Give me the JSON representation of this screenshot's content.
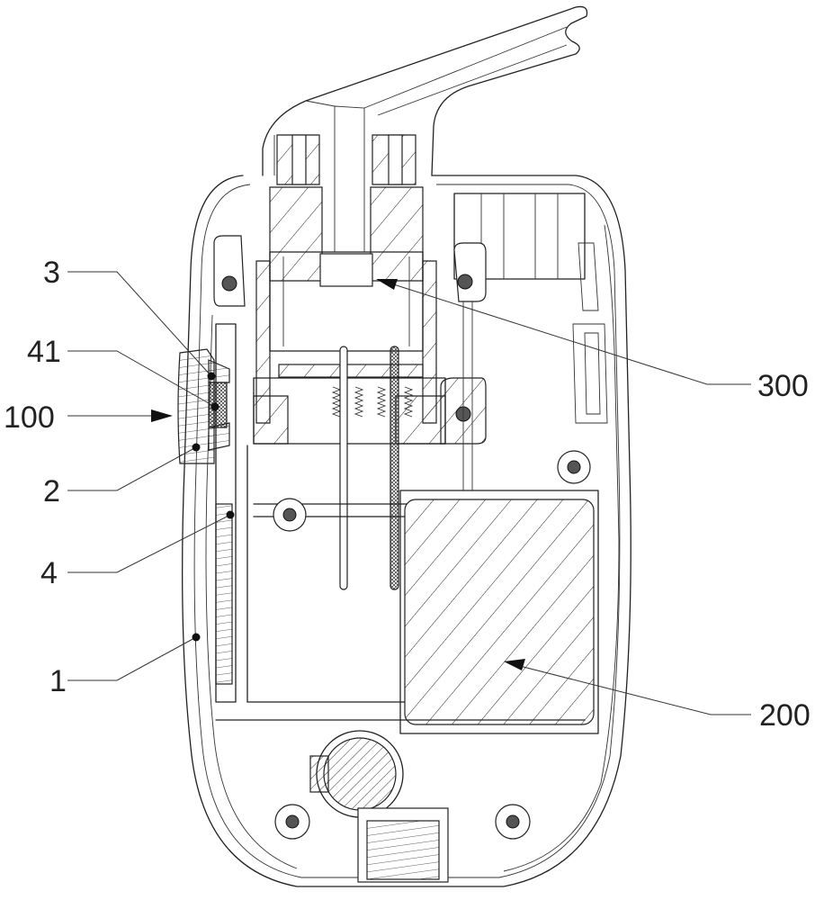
{
  "figure": {
    "type": "patent cross-section drawing",
    "labels": {
      "part_3": "3",
      "part_41": "41",
      "part_100": "100",
      "part_2": "2",
      "part_4": "4",
      "part_1": "1",
      "part_300": "300",
      "part_200": "200"
    }
  }
}
